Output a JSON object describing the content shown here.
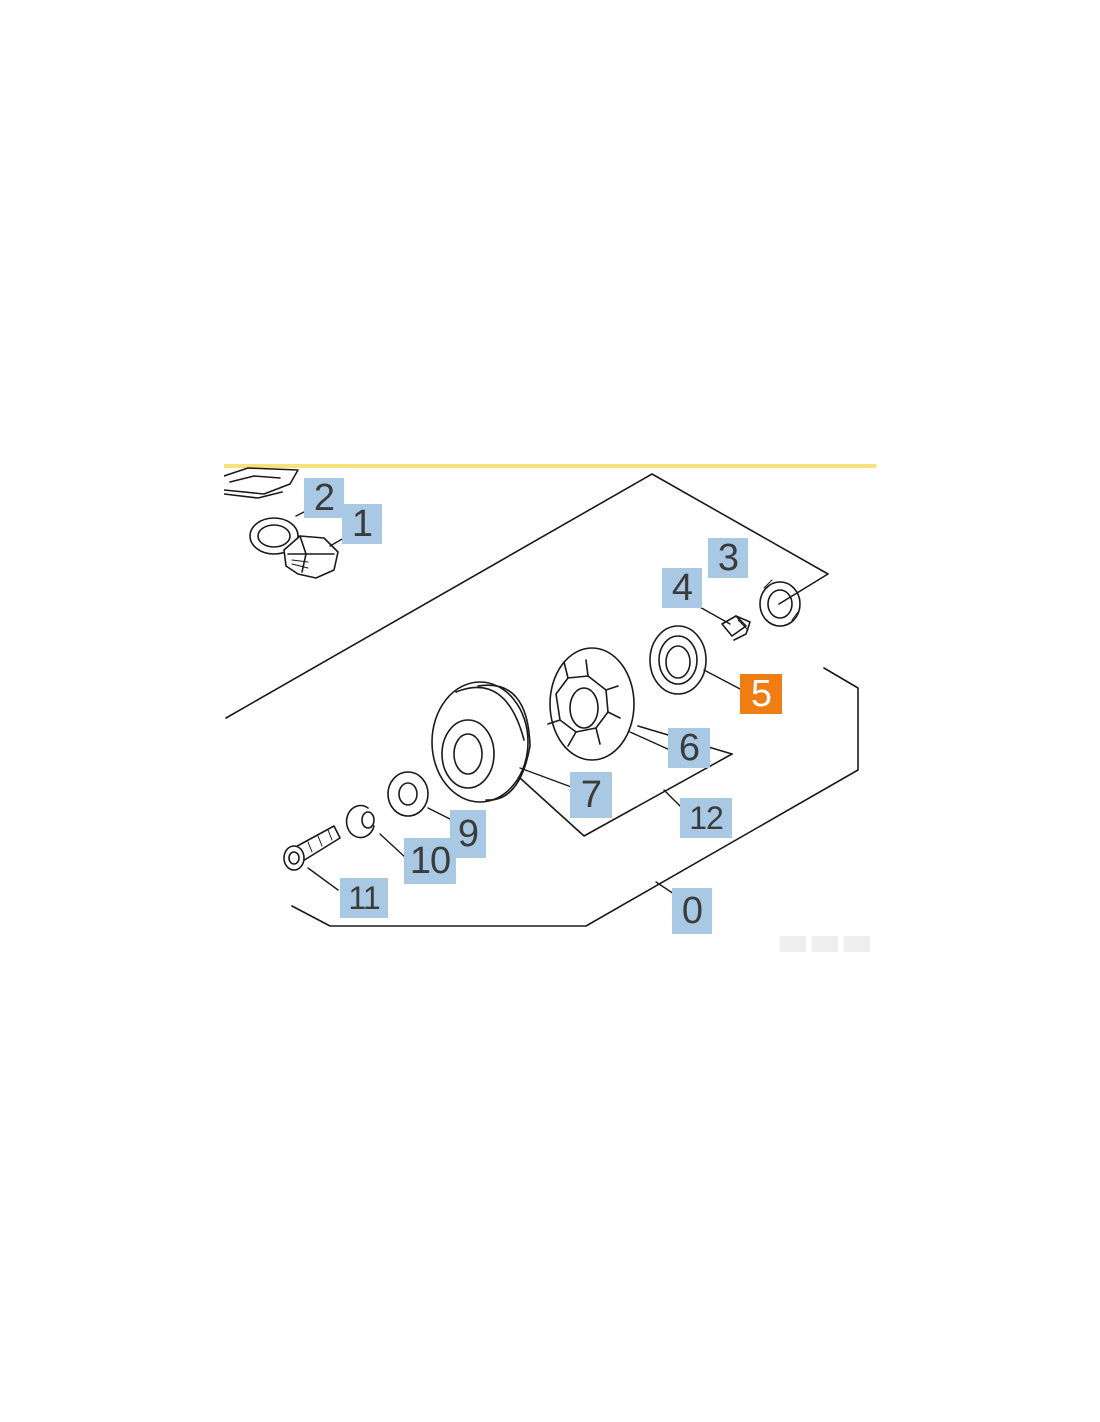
{
  "diagram": {
    "highlight_color": "#ef7d14",
    "callout_color": "#a9c8e4",
    "highlighted_part": "5",
    "callouts": [
      {
        "id": "c0",
        "label": "0"
      },
      {
        "id": "c1",
        "label": "1"
      },
      {
        "id": "c2",
        "label": "2"
      },
      {
        "id": "c3",
        "label": "3"
      },
      {
        "id": "c4",
        "label": "4"
      },
      {
        "id": "c5",
        "label": "5"
      },
      {
        "id": "c6",
        "label": "6"
      },
      {
        "id": "c7",
        "label": "7"
      },
      {
        "id": "c9",
        "label": "9"
      },
      {
        "id": "c10",
        "label": "10"
      },
      {
        "id": "c11",
        "label": "11"
      },
      {
        "id": "c12",
        "label": "12"
      }
    ]
  }
}
